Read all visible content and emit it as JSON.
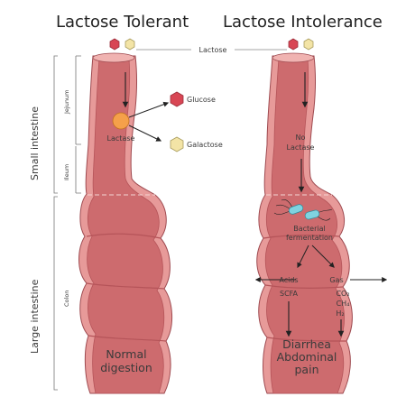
{
  "titles": {
    "left": "Lactose Tolerant",
    "right": "Lactose Intolerance"
  },
  "side_labels": {
    "small_intestine": "Small intestine",
    "jejunum": "Jejunum",
    "ileum": "Ileum",
    "large_intestine": "Large intestine",
    "colon": "Colon"
  },
  "left": {
    "lactase": "Lactase",
    "glucose": "Glucose",
    "galactose": "Galactose",
    "result_line1": "Normal",
    "result_line2": "digestion"
  },
  "center": {
    "lactose": "Lactose"
  },
  "right": {
    "no_line1": "No",
    "no_line2": "Lactase",
    "bact_line1": "Bacterial",
    "bact_line2": "fermentation",
    "acids": "Acids",
    "scfa": "SCFA",
    "gas": "Gas",
    "co2": "CO₂",
    "ch4": "CH₄",
    "h2": "H₂",
    "res_line1": "Diarrhea",
    "res_line2": "Abdominal",
    "res_line3": "pain"
  },
  "colors": {
    "tube_fill": "#cd6b6e",
    "tube_dark": "#b55459",
    "tube_light": "#e79a99",
    "glucose": "#d84654",
    "galactose": "#f3e4a6",
    "lactase": "#f5a04a",
    "bacteria": "#7fd3e0"
  }
}
